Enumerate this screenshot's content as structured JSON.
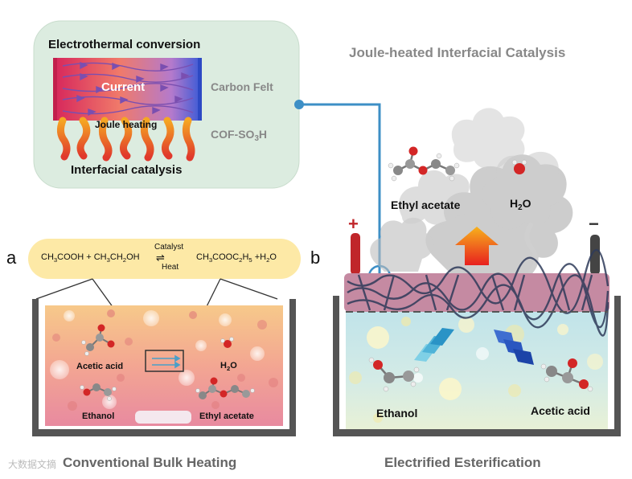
{
  "title_top": "Joule-heated Interfacial Catalysis",
  "callout": {
    "heading": "Electrothermal conversion",
    "current": "Current",
    "joule": "Joule heating",
    "carbon_felt": "Carbon Felt",
    "cof": "COF-SO",
    "cof_sub": "3",
    "cof_tail": "H",
    "footer": "Interfacial catalysis"
  },
  "panel_a": {
    "letter": "a",
    "equation": {
      "lhs1": "CH",
      "lhs1_s1": "3",
      "lhs1_b": "COOH + CH",
      "lhs1_s2": "3",
      "lhs1_c": "CH",
      "lhs1_s3": "2",
      "lhs1_d": "OH",
      "catalyst": "Catalyst",
      "heat": "Heat",
      "rhs": "CH",
      "rhs_s1": "3",
      "rhs_b": "COOC",
      "rhs_s2": "2",
      "rhs_c": "H",
      "rhs_s3": "5",
      "rhs_d": " +H",
      "rhs_s4": "2",
      "rhs_e": "O"
    },
    "acetic": "Acetic acid",
    "water": "H",
    "water_sub": "2",
    "water_tail": "O",
    "ethanol": "Ethanol",
    "ethyl": "Ethyl acetate",
    "caption": "Conventional Bulk Heating"
  },
  "panel_b": {
    "letter": "b",
    "plus": "+",
    "minus": "−",
    "ethyl": "Ethyl acetate",
    "water": "H",
    "water_sub": "2",
    "water_tail": "O",
    "ethanol": "Ethanol",
    "acetic": "Acetic acid",
    "caption": "Electrified Esterification"
  },
  "watermark": "大数据文摘",
  "colors": {
    "callout_bg": "#dcece0",
    "equation_bg": "#fde9a6",
    "blue_line": "#3d8fc6",
    "caption_grey": "#666666",
    "electrode_red": "#c0262a",
    "electrode_dark": "#444444"
  }
}
